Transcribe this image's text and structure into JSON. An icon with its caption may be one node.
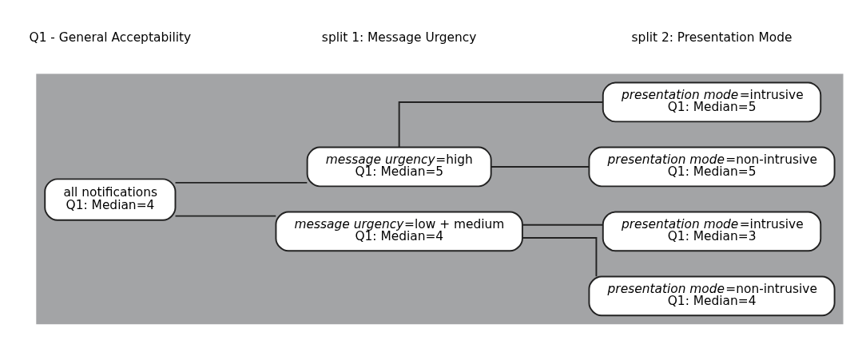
{
  "diagram": {
    "nodes": [
      {
        "text": [],
        "shape": "box"
      },
      {
        "text": [
          "all notifications",
          "Q1: Median=4"
        ],
        "in": 0
      },
      {
        "text": [
          "*message urgency*=low + medium",
          "Q1: Median=4"
        ],
        "in": 0
      },
      {
        "text": [
          "*message urgency*=high",
          "Q1: Median=5"
        ],
        "in": 0
      },
      {
        "text": [
          "*presentation mode*=non-intrusive",
          "Q1: Median=4"
        ],
        "in": 0
      },
      {
        "text": [
          "*presentation mode*=intrusive",
          "Q1: Median=3"
        ],
        "in": 0
      },
      {
        "text": [
          "*presentation mode*=non-intrusive",
          "Q1: Median=5"
        ],
        "in": 0
      },
      {
        "text": [
          "*presentation mode*=intrusive",
          "Q1: Median=5"
        ],
        "in": 0
      }
    ],
    "edges": [
      {
        "from": 1,
        "to": 2,
        "arrow": "none"
      },
      {
        "from": 1,
        "to": 3,
        "arrow": "none"
      },
      {
        "from": 2,
        "to": 4,
        "arrow": "none"
      },
      {
        "from": 2,
        "to": 5,
        "arrow": "none"
      },
      {
        "from": 3,
        "to": 6,
        "arrow": "none"
      },
      {
        "from": 3,
        "to": 7,
        "arrow": "none"
      }
    ],
    "labels": [
      "Q1 - General Acceptability",
      "split 1: Message Urgency",
      "split 2: Presentation Mode"
    ]
  }
}
